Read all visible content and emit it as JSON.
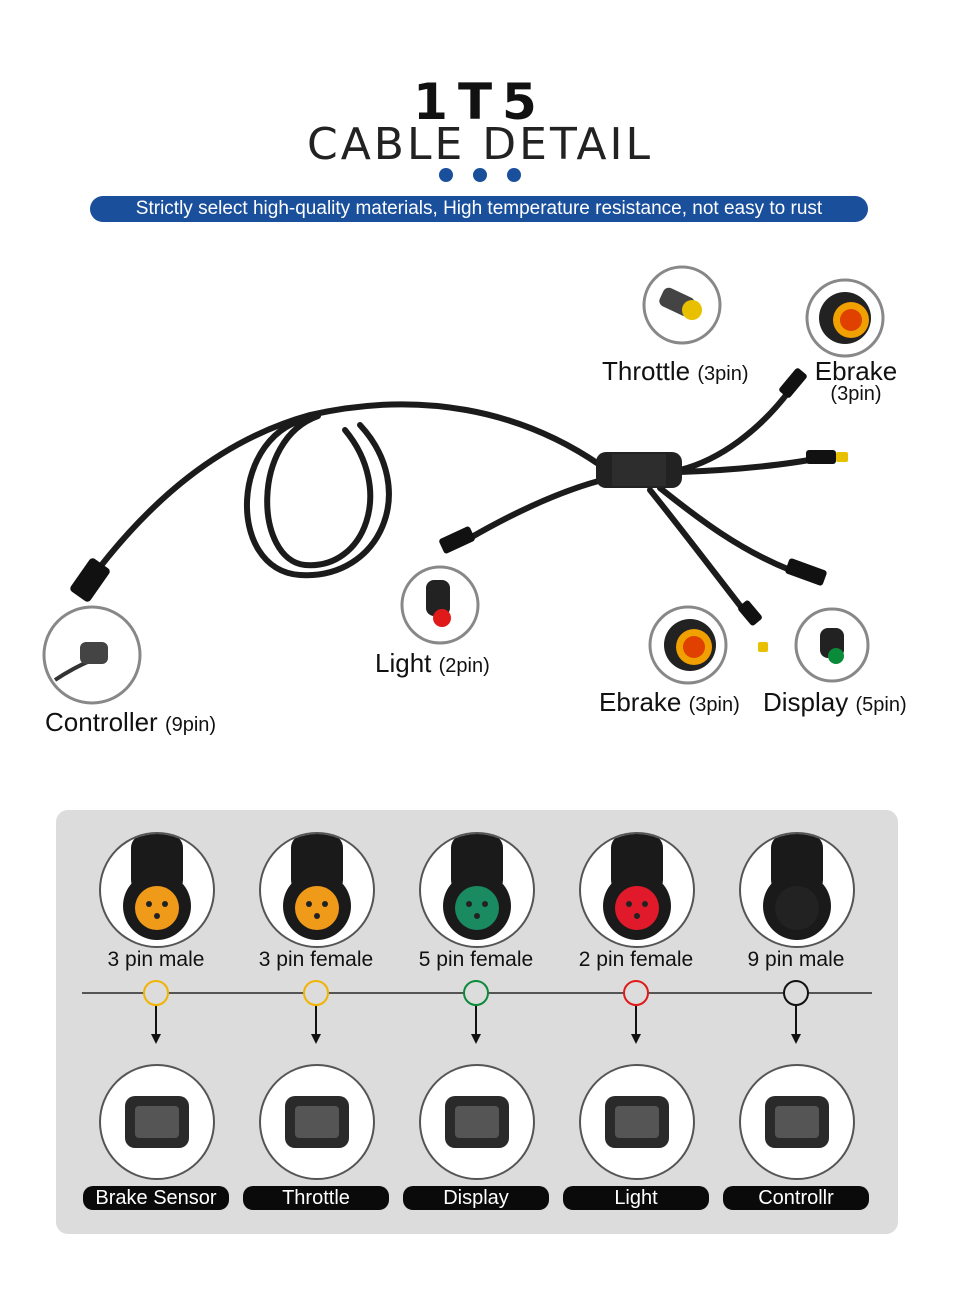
{
  "header": {
    "title": "1T5",
    "subtitle": "CABLE DETAIL",
    "banner": "Strictly select high-quality materials, High temperature resistance, not easy to rust"
  },
  "cable_labels": {
    "throttle": {
      "name": "Throttle",
      "pin": "(3pin)"
    },
    "ebrake_top": {
      "name": "Ebrake",
      "pin": "(3pin)"
    },
    "light": {
      "name": "Light",
      "pin": "(2pin)"
    },
    "controller": {
      "name": "Controller",
      "pin": "(9pin)"
    },
    "ebrake_bottom": {
      "name": "Ebrake",
      "pin": "(3pin)"
    },
    "display": {
      "name": "Display",
      "pin": "(5pin)"
    }
  },
  "connectors": [
    {
      "label": "3 pin male",
      "color": "#f0b400",
      "device": "Brake Sensor"
    },
    {
      "label": "3 pin female",
      "color": "#f0b400",
      "device": "Throttle"
    },
    {
      "label": "5 pin female",
      "color": "#0b8a3a",
      "device": "Display"
    },
    {
      "label": "2 pin female",
      "color": "#e01a1a",
      "device": "Light"
    },
    {
      "label": "9 pin male",
      "color": "#111111",
      "device": "Controllr"
    }
  ],
  "colors": {
    "accent": "#1a4f9c",
    "panel": "#dcdcdc"
  }
}
